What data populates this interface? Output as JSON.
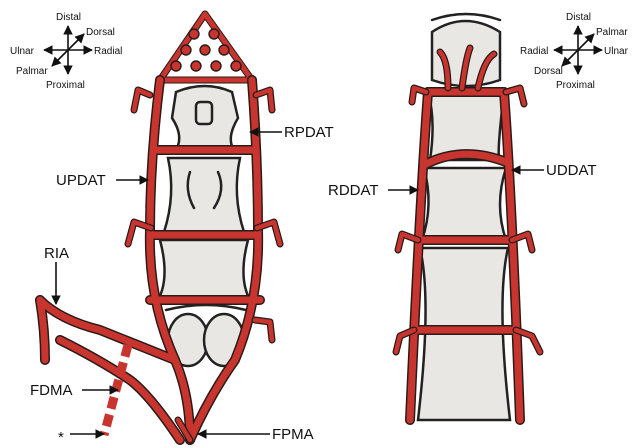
{
  "left_panel": {
    "compass": {
      "top": "Distal",
      "bottom": "Proximal",
      "left": "Ulnar",
      "right": "Radial",
      "upper_diag": "Dorsal",
      "lower_diag": "Palmar"
    },
    "labels": {
      "rpdat": "RPDAT",
      "updat": "UPDAT",
      "ria": "RIA",
      "fdma": "FDMA",
      "asterisk": "*",
      "fpma": "FPMA"
    }
  },
  "right_panel": {
    "compass": {
      "top": "Distal",
      "bottom": "Proximal",
      "left": "Radial",
      "right": "Ulnar",
      "upper_diag": "Palmar",
      "lower_diag": "Dorsal"
    },
    "labels": {
      "rddat": "RDDAT",
      "uddat": "UDDAT"
    }
  },
  "colors": {
    "artery": "#c8352f",
    "artery_outline": "#2a1a18",
    "bone": "#e9e7e3",
    "outline": "#222222"
  }
}
